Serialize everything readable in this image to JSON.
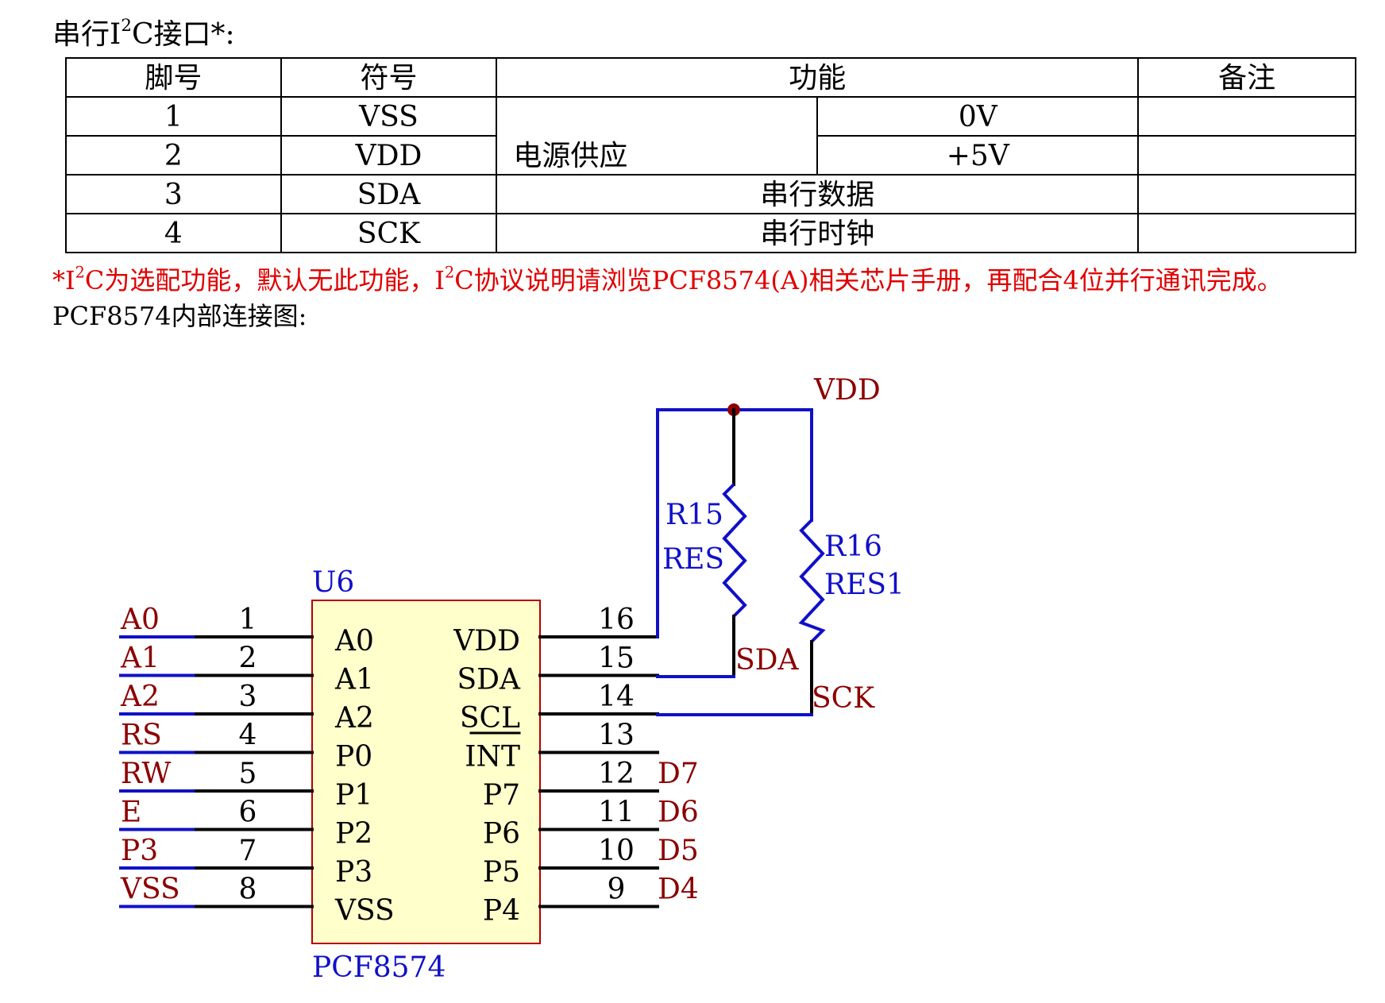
{
  "heading": {
    "prefix": "串行I",
    "sup": "2",
    "suffix": "C接口*:"
  },
  "table": {
    "headers": [
      "脚号",
      "符号",
      "功能",
      "备注"
    ],
    "rows": [
      {
        "pin": "1",
        "symbol": "VSS"
      },
      {
        "pin": "2",
        "symbol": "VDD"
      },
      {
        "pin": "3",
        "symbol": "SDA",
        "function": "串行数据"
      },
      {
        "pin": "4",
        "symbol": "SCK",
        "function": "串行时钟"
      }
    ],
    "power_group": "电源供应",
    "power_values": [
      "0V",
      "+5V"
    ]
  },
  "note": {
    "p1": "*I",
    "sup1": "2",
    "p2": "C为选配功能，默认无此功能，I",
    "sup2": "2",
    "p3": "C协议说明请浏览PCF8574(A)相关芯片手册，再配合4位并行通讯完成。"
  },
  "caption": "PCF8574内部连接图:",
  "schematic": {
    "colors": {
      "wire": "#1010c8",
      "label": "#8b0000",
      "chip_fill": "#ffffcc",
      "chip_border": "#b30000",
      "pin": "#000000"
    },
    "chip_designator": "U6",
    "chip_name": "PCF8574",
    "left_pins": [
      {
        "net": "A0",
        "num": "1",
        "name": "A0"
      },
      {
        "net": "A1",
        "num": "2",
        "name": "A1"
      },
      {
        "net": "A2",
        "num": "3",
        "name": "A2"
      },
      {
        "net": "RS",
        "num": "4",
        "name": "P0"
      },
      {
        "net": "RW",
        "num": "5",
        "name": "P1"
      },
      {
        "net": "E",
        "num": "6",
        "name": "P2"
      },
      {
        "net": "P3",
        "num": "7",
        "name": "P3"
      },
      {
        "net": "VSS",
        "num": "8",
        "name": "VSS"
      }
    ],
    "right_pins": [
      {
        "num": "16",
        "name": "VDD",
        "net": ""
      },
      {
        "num": "15",
        "name": "SDA",
        "net": ""
      },
      {
        "num": "14",
        "name": "SCL",
        "net": ""
      },
      {
        "num": "13",
        "name": "INT",
        "net": ""
      },
      {
        "num": "12",
        "name": "P7",
        "net": "D7"
      },
      {
        "num": "11",
        "name": "P6",
        "net": "D6"
      },
      {
        "num": "10",
        "name": "P5",
        "net": "D5"
      },
      {
        "num": "9",
        "name": "P4",
        "net": "D4"
      }
    ],
    "vdd_label": "VDD",
    "r15": {
      "ref": "R15",
      "value": "RES"
    },
    "r16": {
      "ref": "R16",
      "value": "RES1"
    },
    "sda_label": "SDA",
    "sck_label": "SCK"
  }
}
